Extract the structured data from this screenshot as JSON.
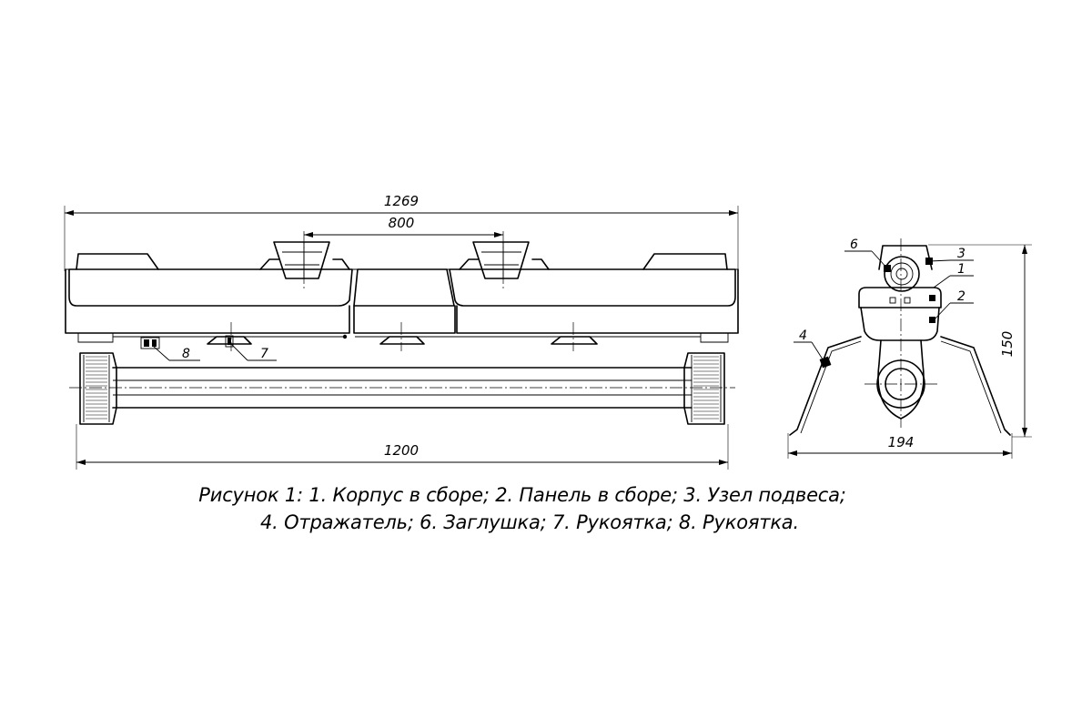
{
  "dimensions": {
    "overall_length": "1269",
    "mount_spacing": "800",
    "lamp_length": "1200",
    "side_width": "194",
    "side_height": "150"
  },
  "leaders": [
    "1",
    "2",
    "3",
    "4",
    "6",
    "7",
    "8"
  ],
  "caption": {
    "line1": "Рисунок 1: 1. Корпус в сборе; 2. Панель в сборе; 3. Узел подвеса;",
    "line2": "4. Отражатель; 6. Заглушка; 7. Рукоятка; 8. Рукоятка."
  }
}
